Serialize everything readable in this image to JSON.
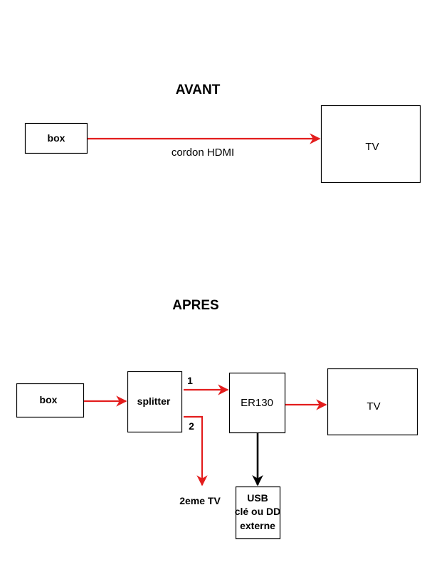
{
  "colors": {
    "connection": "#e31d1d",
    "storage_link": "#000000"
  },
  "before": {
    "heading": "AVANT",
    "box_label": "box",
    "tv_label": "TV",
    "cable_label": "cordon HDMI"
  },
  "after": {
    "heading": "APRES",
    "box_label": "box",
    "splitter_label": "splitter",
    "output_1_label": "1",
    "output_2_label": "2",
    "recorder_label": "ER130",
    "tv_label": "TV",
    "second_tv_label": "2eme TV",
    "usb_label_lines": [
      "USB",
      "clé ou DD",
      "externe"
    ]
  }
}
